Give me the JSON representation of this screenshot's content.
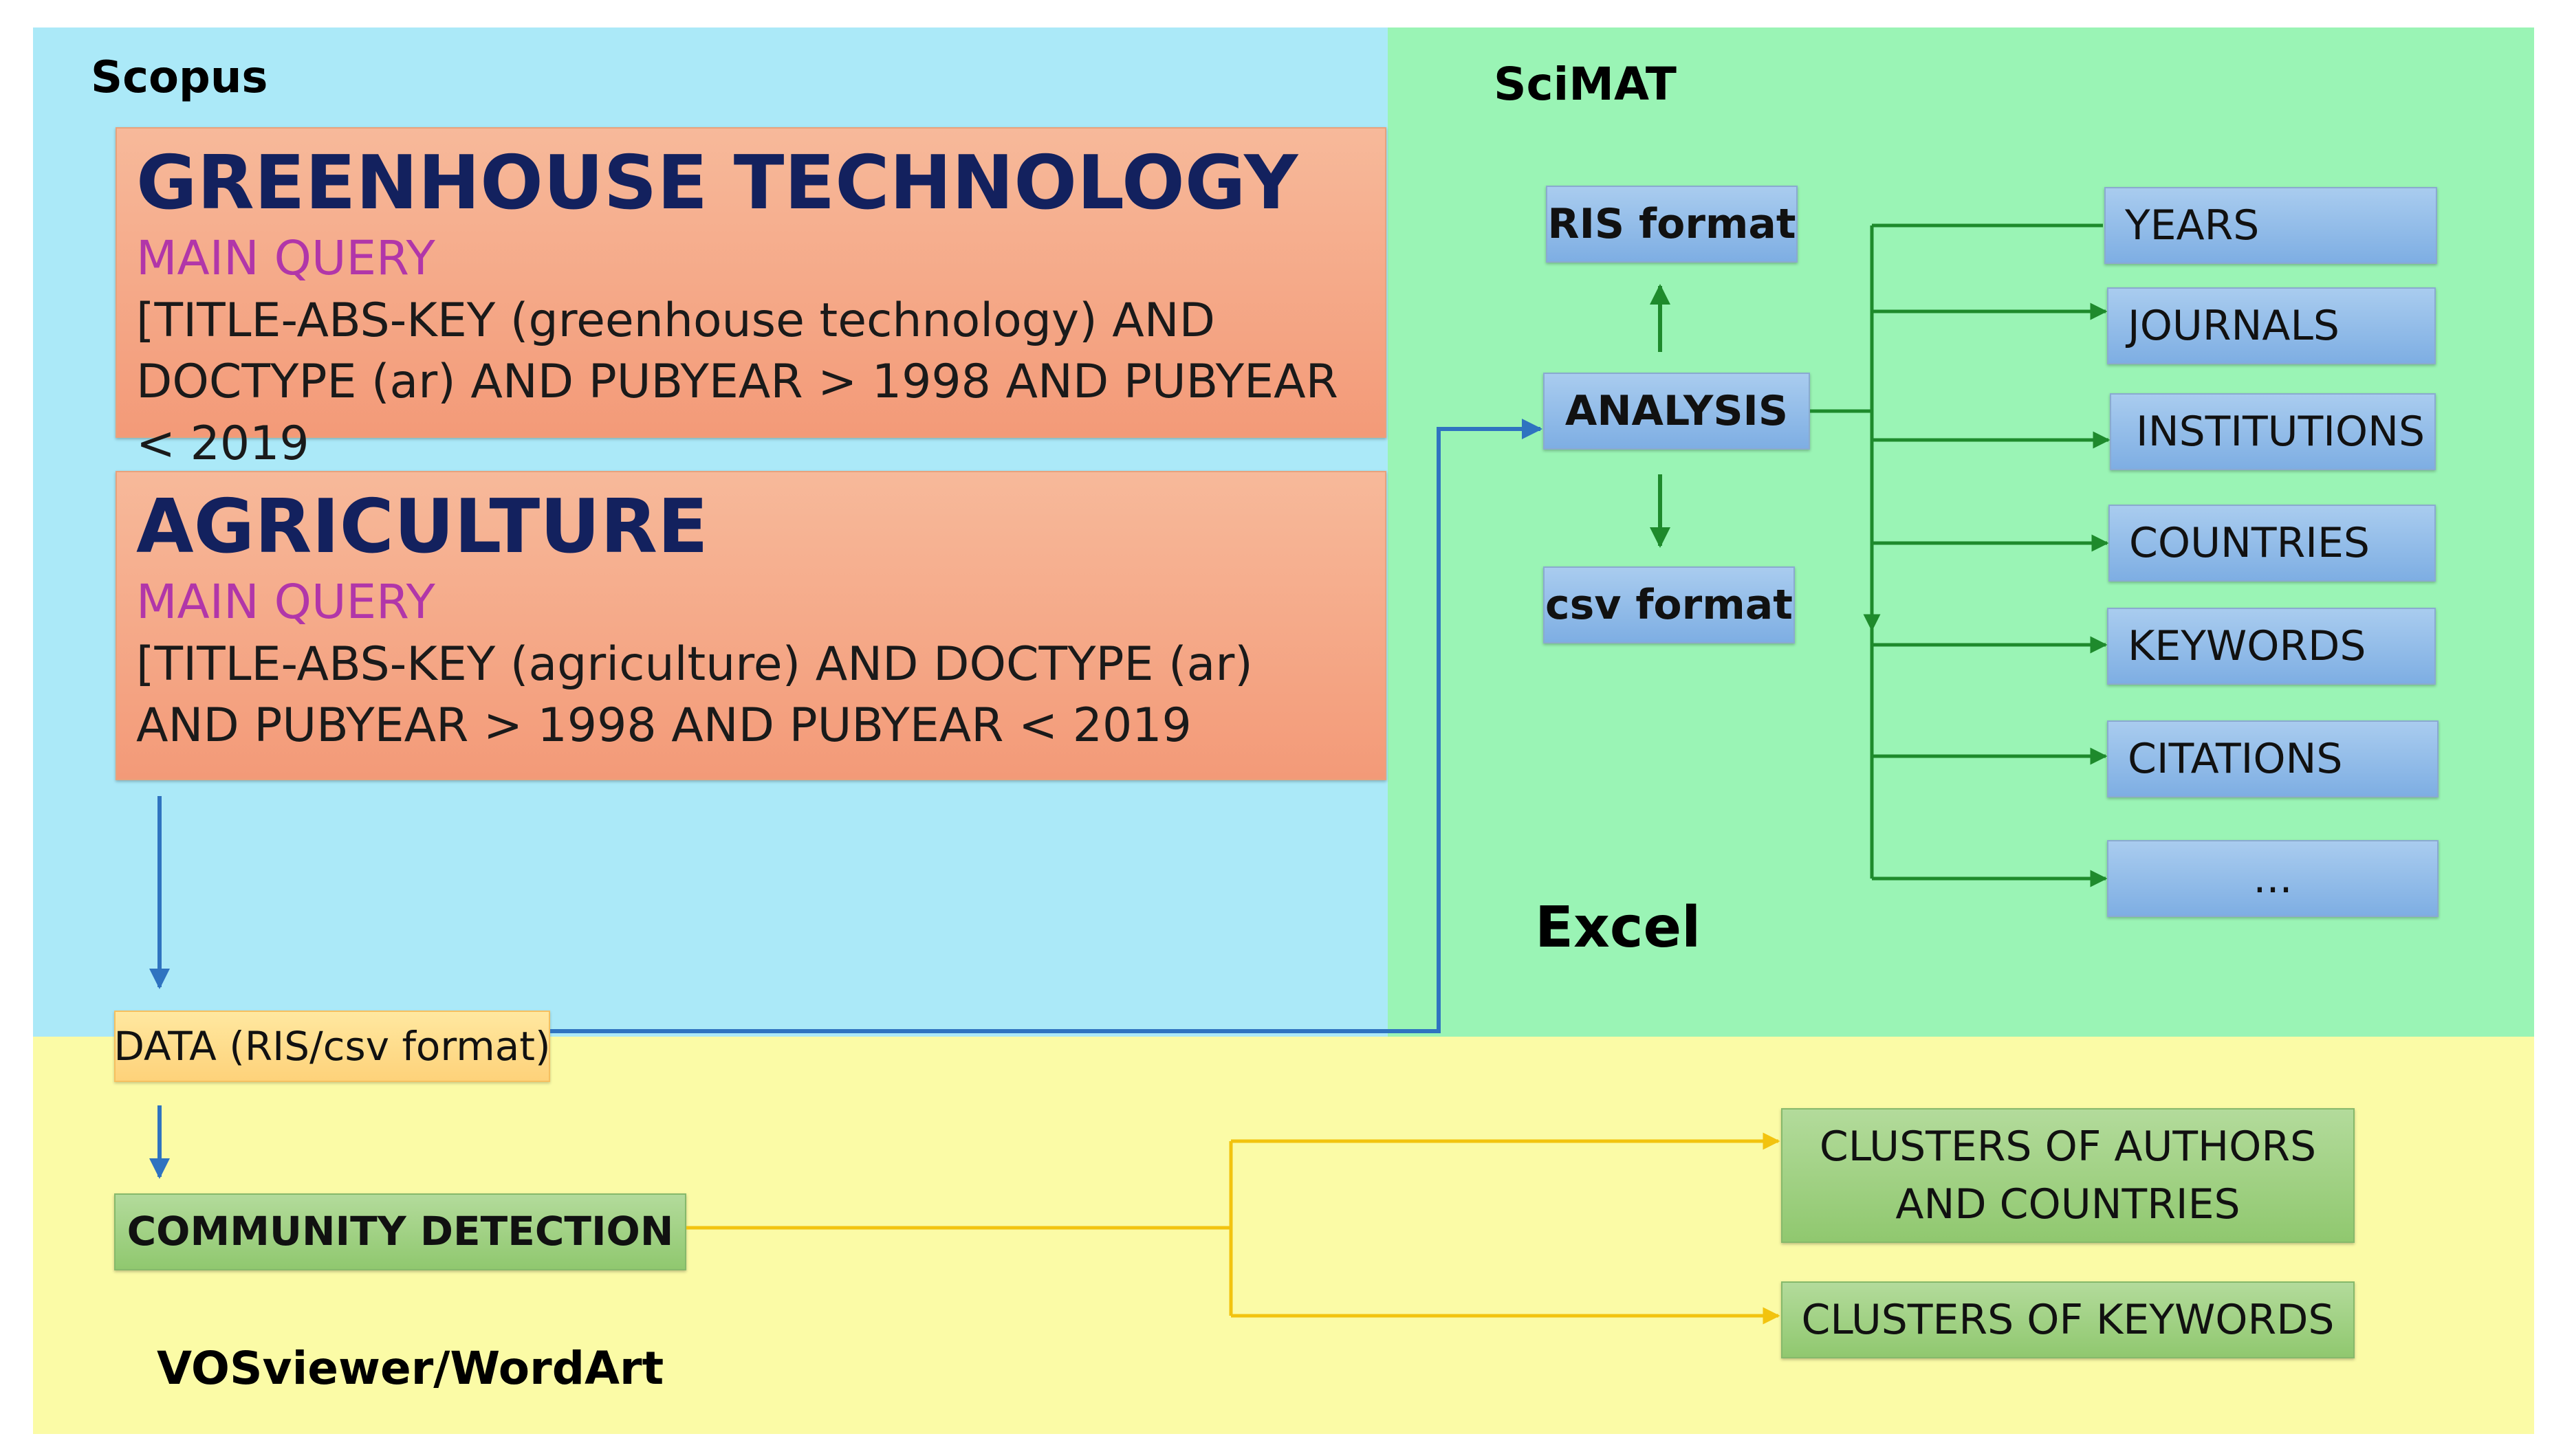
{
  "regions": {
    "scopus": "Scopus",
    "scimat": "SciMAT",
    "excel": "Excel",
    "vosviewer": "VOSviewer/WordArt"
  },
  "queries": [
    {
      "title": "GREENHOUSE TECHNOLOGY",
      "subtitle": "MAIN QUERY",
      "text": "[TITLE-ABS-KEY (greenhouse technology) AND DOCTYPE (ar) AND PUBYEAR > 1998 AND PUBYEAR < 2019"
    },
    {
      "title": "AGRICULTURE",
      "subtitle": "MAIN QUERY",
      "text": "[TITLE-ABS-KEY (agriculture) AND DOCTYPE (ar) AND PUBYEAR > 1998 AND PUBYEAR < 2019"
    }
  ],
  "data_box": "DATA (RIS/csv format)",
  "community_detection": "COMMUNITY DETECTION",
  "analysis": {
    "ris": "RIS format",
    "analysis": "ANALYSIS",
    "csv": "csv format"
  },
  "outputs": [
    "YEARS",
    "JOURNALS",
    "INSTITUTIONS",
    "COUNTRIES",
    "KEYWORDS",
    "CITATIONS",
    "..."
  ],
  "clusters": {
    "authors_line1": "CLUSTERS OF AUTHORS",
    "authors_line2": "AND COUNTRIES",
    "keywords": "CLUSTERS OF KEYWORDS"
  },
  "colors": {
    "blue_region": "#abe9f8",
    "green_region": "#9af4b5",
    "yellow_region": "#fbfba6",
    "blue_arrow": "#2f73c0",
    "green_arrow": "#1e8a2c",
    "yellow_arrow": "#f2c30f"
  }
}
